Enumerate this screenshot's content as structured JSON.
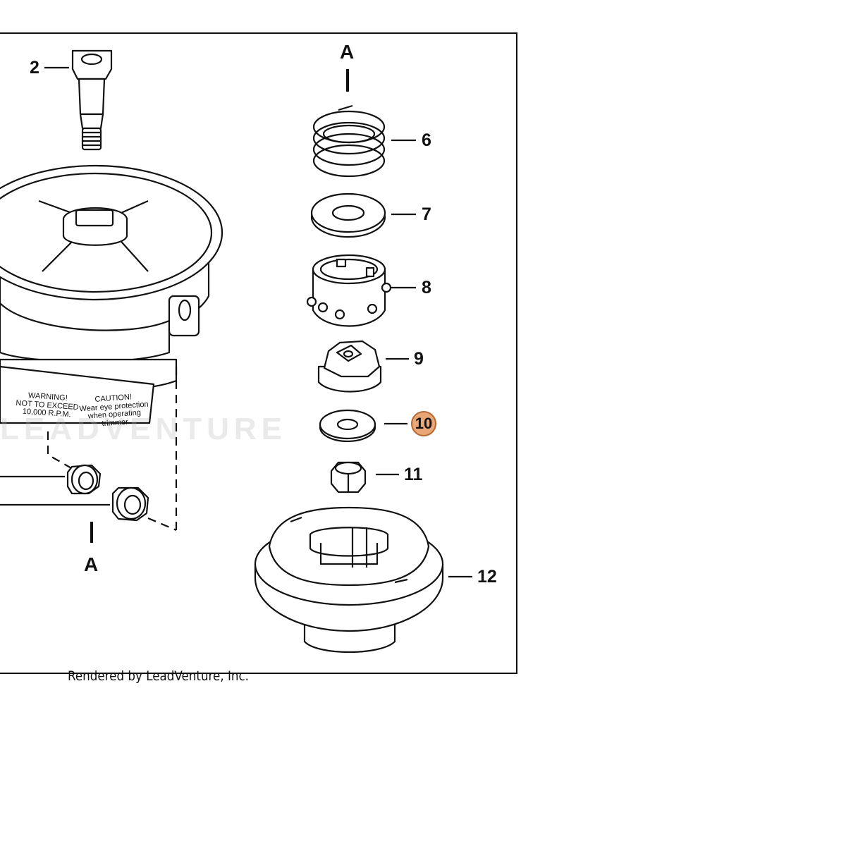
{
  "callouts": {
    "c2": "2",
    "c6": "6",
    "c7": "7",
    "c8": "8",
    "c9": "9",
    "c10": "10",
    "c11": "11",
    "c12": "12"
  },
  "refs": {
    "top": "A",
    "bottom": "A"
  },
  "decal": {
    "warning": "WARNING!\nNOT TO EXCEED\n10,000 R.P.M.",
    "caution": "CAUTION!\nWear eye protection\nwhen operating trimmer"
  },
  "watermark": "LEADVENTURE",
  "footer": "Rendered by LeadVenture, Inc.",
  "colors": {
    "highlight_fill": "#e9a676",
    "highlight_border": "#b5672f",
    "line": "#111111"
  }
}
